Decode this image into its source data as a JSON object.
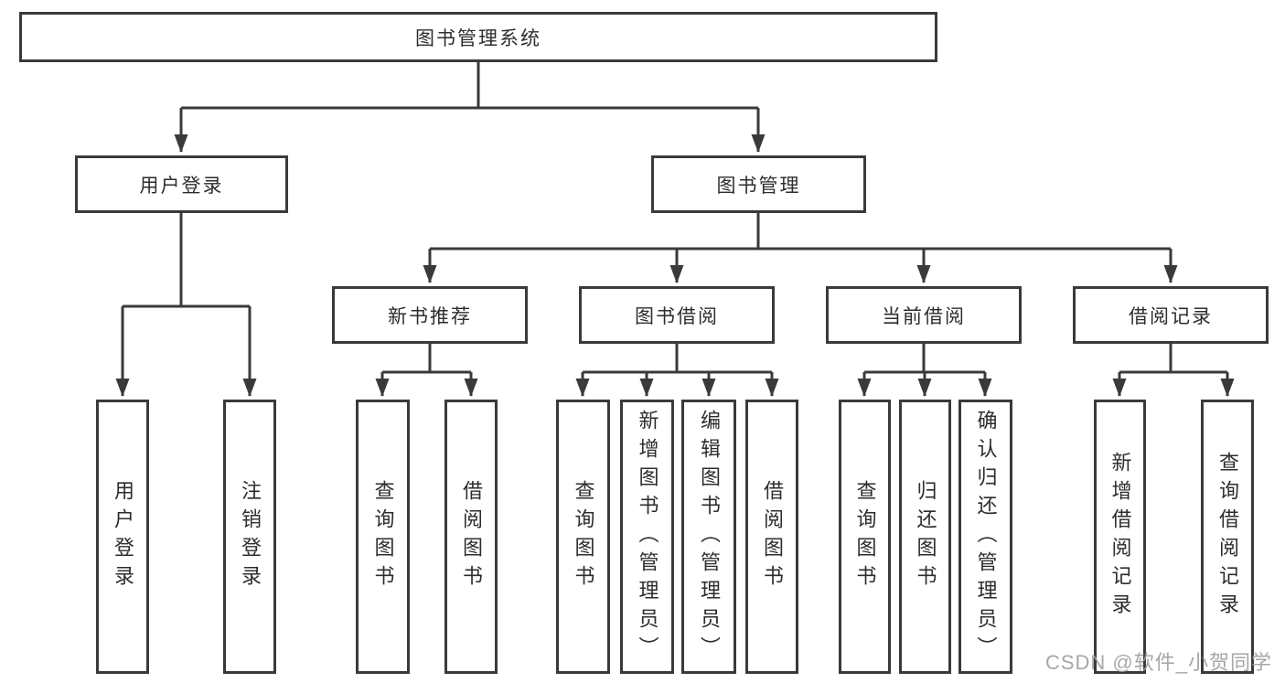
{
  "diagram_type": "hierarchy-tree",
  "tree": {
    "label": "图书管理系统",
    "children": [
      {
        "label": "用户登录",
        "children": [
          {
            "label": "用户登录"
          },
          {
            "label": "注销登录"
          }
        ]
      },
      {
        "label": "图书管理",
        "children": [
          {
            "label": "新书推荐",
            "children": [
              {
                "label": "查询图书"
              },
              {
                "label": "借阅图书"
              }
            ]
          },
          {
            "label": "图书借阅",
            "children": [
              {
                "label": "查询图书"
              },
              {
                "label": "新增图书（管理员）"
              },
              {
                "label": "编辑图书（管理员）"
              },
              {
                "label": "借阅图书"
              }
            ]
          },
          {
            "label": "当前借阅",
            "children": [
              {
                "label": "查询图书"
              },
              {
                "label": "归还图书"
              },
              {
                "label": "确认归还（管理员）"
              }
            ]
          },
          {
            "label": "借阅记录",
            "children": [
              {
                "label": "新增借阅记录"
              },
              {
                "label": "查询借阅记录"
              }
            ]
          }
        ]
      }
    ]
  },
  "watermark": {
    "text": "CSDN @软件_小贺同学"
  },
  "colors": {
    "line": "#3a3a3a",
    "border": "#3a3a3a",
    "fill": "#ffffff",
    "text": "#2d2d2d",
    "watermark": "#9e9e9e",
    "bg": "#ffffff"
  }
}
